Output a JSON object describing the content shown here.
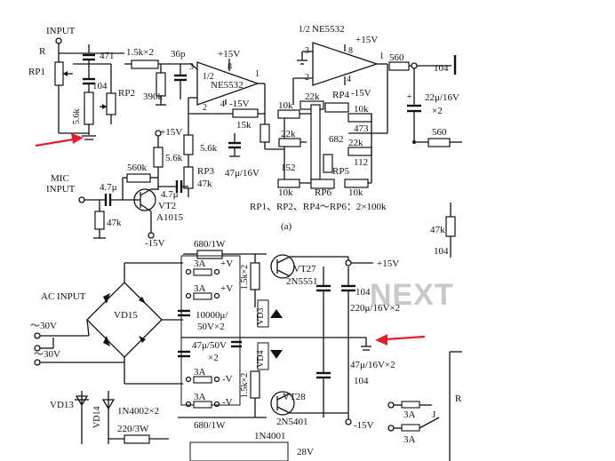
{
  "labels": {
    "input": "INPUT",
    "r": "R",
    "rp1": "RP1",
    "c471": "471",
    "c104a": "104",
    "r56k": "5.6k",
    "rp2": "RP2",
    "r15kx2": "1.5k×2",
    "c36p": "36p",
    "r390k": "390k",
    "ne5532_top": "NE5532",
    "half1": "1/2",
    "plus15v_a": "+15V",
    "minus15v_a": "-15V",
    "pin8a": "8",
    "pin1a": "1",
    "pin2a": "2",
    "pin3a": "3",
    "pin4a": "4",
    "r15k": "15k",
    "r56k2": "5.6k",
    "c47u16": "47μ/16V",
    "rp3": "RP3",
    "r47k": "47k",
    "mic_input_1": "MIC",
    "mic_input_2": "INPUT",
    "c47u_a": "4.7μ",
    "c47u_b": "4.7μ",
    "r560k": "560k",
    "r56k3": "5.6k",
    "plus15v_b": "+15V",
    "vt2": "VT2",
    "a1015": "A1015",
    "minus15v_b": "-15V",
    "r47k_mic": "47k",
    "half2": "1/2",
    "ne5532_b": "NE5532",
    "plus15v_c": "+15V",
    "minus15v_c": "-15V",
    "pin3b": "3",
    "pin2b": "2",
    "pin1b": "1",
    "pin8b": "8",
    "pin4b": "4",
    "r560": "560",
    "r22k_a": "22k",
    "r10k_a": "10k",
    "rp4": "RP4",
    "r10k_b": "10k",
    "c473": "473",
    "r22k_b": "22k",
    "c682": "682",
    "r22k_c": "22k",
    "c152": "152",
    "c112": "112",
    "rp5": "RP5",
    "r10k_c": "10k",
    "rp6": "RP6",
    "r10k_d": "10k",
    "rp_note": "RP1、RP2、RP4～RP6：2×100k",
    "fig_a": "(a)",
    "c104_right": "104",
    "c22u16": "22μ/16V",
    "x2_right": "×2",
    "r560_b": "560",
    "r47k_right": "47k",
    "c104_right2": "104",
    "r680_1w": "680/1W",
    "f3a_1": "3A",
    "plus_v_1": "+V",
    "f3a_2": "3A",
    "plus_v_2": "+V",
    "r15kx2_b": "1.5k×2",
    "vt27": "VT27",
    "n5551": "2N5551",
    "plus15v_d": "+15V",
    "ac_input": "AC INPUT",
    "vd15": "VD15",
    "tilde30v_a": "～30V",
    "tilde30v_b": "～30V",
    "c10000u": "10000μ/",
    "c50vx2": "50V×2",
    "vd3": "VD3",
    "c104_p": "104",
    "c220u": "220μ/16V×2",
    "c47u50": "47μ/50V",
    "x2_mid": "×2",
    "vd4": "VD4",
    "c47u16x2": "47μ/16V×2",
    "c104_q": "104",
    "f3a_3": "3A",
    "minus_v_1": "-V",
    "f3a_4": "3A",
    "minus_v_2": "-V",
    "r15kx2_c": "1.5k×2",
    "vt28": "VT28",
    "n5401": "2N5401",
    "minus15v_d": "-15V",
    "vd13": "VD13",
    "vd14": "VD14",
    "n4002": "1N4002×2",
    "r220_3w": "220/3W",
    "r680_1w_b": "680/1W",
    "n4001": "1N4001",
    "v28": "28V",
    "f3a_5": "3A",
    "j": "J",
    "f3a_6": "3A",
    "r_right": "R",
    "watermark": "NEXT"
  },
  "colors": {
    "ink": "#111111",
    "annotation_arrow": "#e0202a",
    "watermark": "#c9c9c9",
    "background": "#ffffff"
  }
}
